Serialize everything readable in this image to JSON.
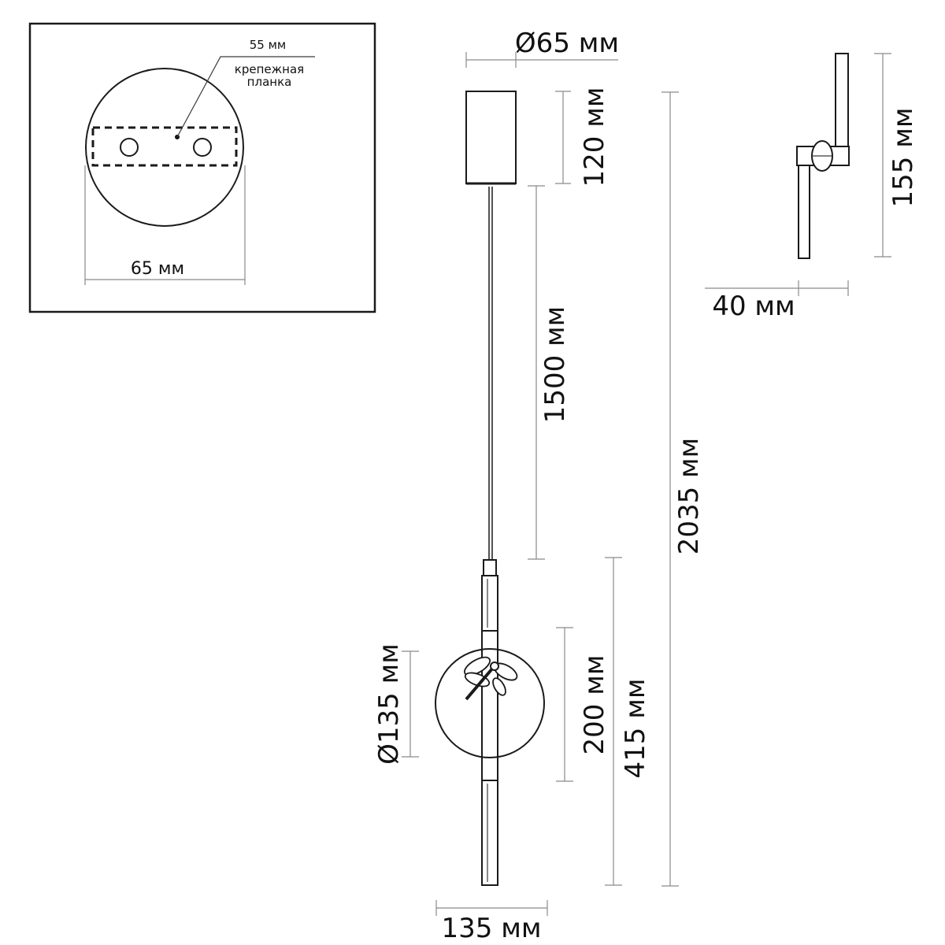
{
  "inset": {
    "bracket_width_label": "55 мм",
    "bracket_name_line1": "крепежная",
    "bracket_name_line2": "планка",
    "canopy_width_label": "65 мм"
  },
  "front_view": {
    "canopy_diameter_label": "Ø65 мм",
    "canopy_height_label": "120 мм",
    "cable_length_label": "1500 мм",
    "total_height_label": "2035 мм",
    "disc_diameter_label": "Ø135 мм",
    "disc_height_label": "200 мм",
    "fixture_height_label": "415 мм",
    "fixture_width_label": "135 мм"
  },
  "side_view": {
    "height_label": "155 мм",
    "depth_label": "40 мм"
  }
}
